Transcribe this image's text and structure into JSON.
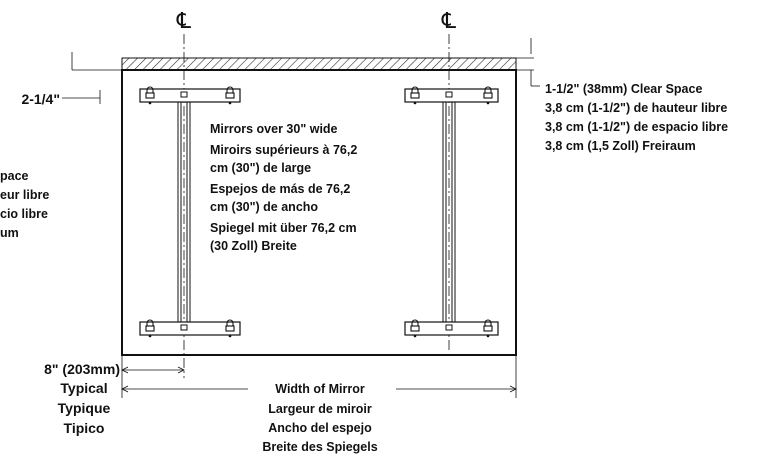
{
  "centerline_symbol": "℄",
  "labels": {
    "clear_space_small": "2-1/4\"",
    "clear_space_right": [
      "1-1/2\" (38mm) Clear Space",
      "3,8 cm (1-1/2\") de hauteur libre",
      "3,8 cm (1-1/2\") de espacio libre",
      "3,8 cm (1,5 Zoll) Freiraum"
    ],
    "clear_space_left_cropped": [
      "pace",
      "eur libre",
      "cio libre",
      "um"
    ],
    "mirrors_note": [
      "Mirrors over 30\" wide",
      "Miroirs supérieurs à 76,2",
      "cm (30\") de large",
      "Espejos de más de 76,2",
      "cm (30\") de ancho",
      "Spiegel mit über 76,2 cm",
      "(30 Zoll) Breite"
    ],
    "typical": [
      "8\" (203mm)",
      "Typical",
      "Typique",
      "Tipico"
    ],
    "width_of_mirror": [
      "Width of Mirror",
      "Largeur de miroir",
      "Ancho del espejo",
      "Breite des Spiegels"
    ]
  },
  "colors": {
    "line": "#111111",
    "hatch": "#333333",
    "background": "#ffffff"
  }
}
